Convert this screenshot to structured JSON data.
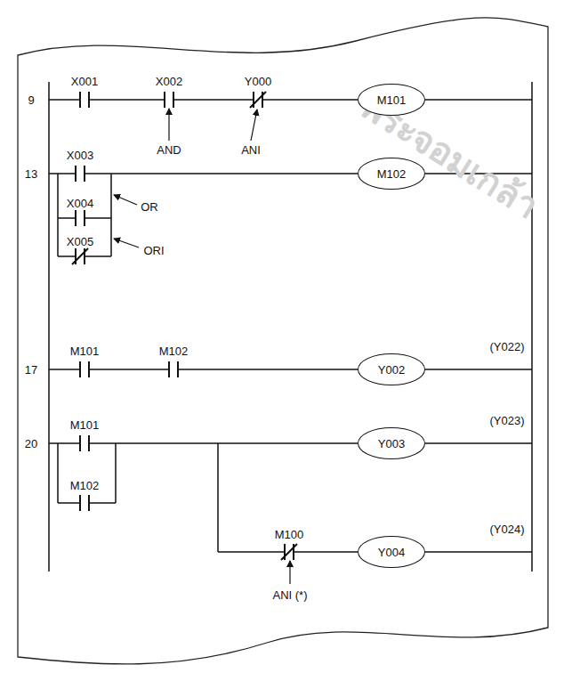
{
  "diagram": {
    "nodes": [
      {
        "text": [
          "M101"
        ]
      },
      {
        "text": [
          "M102"
        ]
      },
      {
        "text": [
          "Y002"
        ]
      },
      {
        "text": [
          "Y003"
        ]
      },
      {
        "text": [
          "Y004"
        ]
      }
    ],
    "labels": [
      "พระจอมเกล้า",
      "9",
      "X001",
      "X002",
      "Y000",
      "AND",
      "ANI",
      "X003",
      "13",
      "X004",
      "OR",
      "X005",
      "ORI",
      "M101",
      "M102",
      "17",
      "(Y022)",
      "M101",
      "20",
      "(Y023)",
      "M102",
      "M100",
      "(Y024)",
      "ANI (*)"
    ]
  }
}
